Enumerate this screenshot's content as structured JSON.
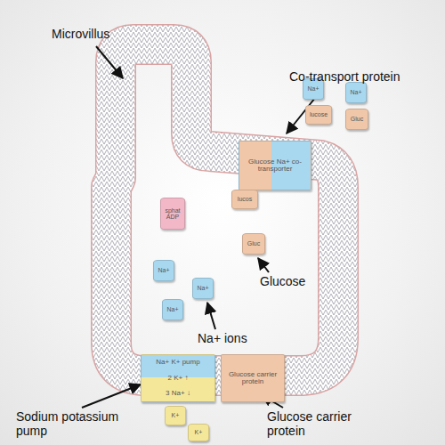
{
  "diagram": {
    "nodes": [
      {
        "text": [
          "Na+"
        ]
      },
      {
        "text": [
          "Na+"
        ]
      },
      {
        "text": [
          "lucose"
        ]
      },
      {
        "text": [
          "Gluc"
        ]
      },
      {
        "text": [
          "Glucose Na+ co-transporter"
        ]
      },
      {
        "text": [
          "sphat",
          "ADP"
        ]
      },
      {
        "text": [
          "lucos"
        ]
      },
      {
        "text": [
          "Gluc"
        ]
      },
      {
        "text": [
          "Na+"
        ]
      },
      {
        "text": [
          "Na+"
        ]
      },
      {
        "text": [
          "Na+"
        ]
      },
      {
        "text": [
          "Na+ K+ pump",
          "2 K+ ↑",
          "3 Na+ ↓"
        ]
      },
      {
        "text": [
          "Glucose carrier protein"
        ]
      },
      {
        "text": [
          "K+"
        ]
      },
      {
        "text": [
          "K+"
        ]
      }
    ],
    "labels": [
      "Microvillus",
      "Co-transport protein",
      "Glucose",
      "Na+ ions",
      "Sodium potassium pump",
      "Glucose carrier protein"
    ]
  }
}
